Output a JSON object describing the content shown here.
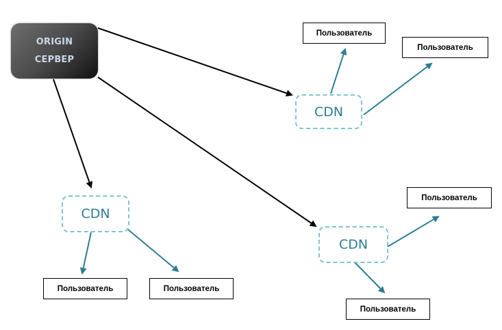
{
  "origin": {
    "line1": "ORIGIN",
    "line2": "СЕРВЕР"
  },
  "cdn_nodes": [
    {
      "id": "cdn-top-right",
      "label": "CDN"
    },
    {
      "id": "cdn-left",
      "label": "CDN"
    },
    {
      "id": "cdn-bottom-right",
      "label": "CDN"
    }
  ],
  "users": [
    {
      "label": "Пользователь"
    },
    {
      "label": "Пользователь"
    },
    {
      "label": "Пользователь"
    },
    {
      "label": "Пользователь"
    },
    {
      "label": "Пользователь"
    },
    {
      "label": "Пользователь"
    }
  ],
  "colors": {
    "origin_to_cdn_arrow": "#000000",
    "cdn_to_user_arrow": "#2e7d96",
    "cdn_border": "#7ec3d6",
    "cdn_text": "#2e7d96"
  }
}
